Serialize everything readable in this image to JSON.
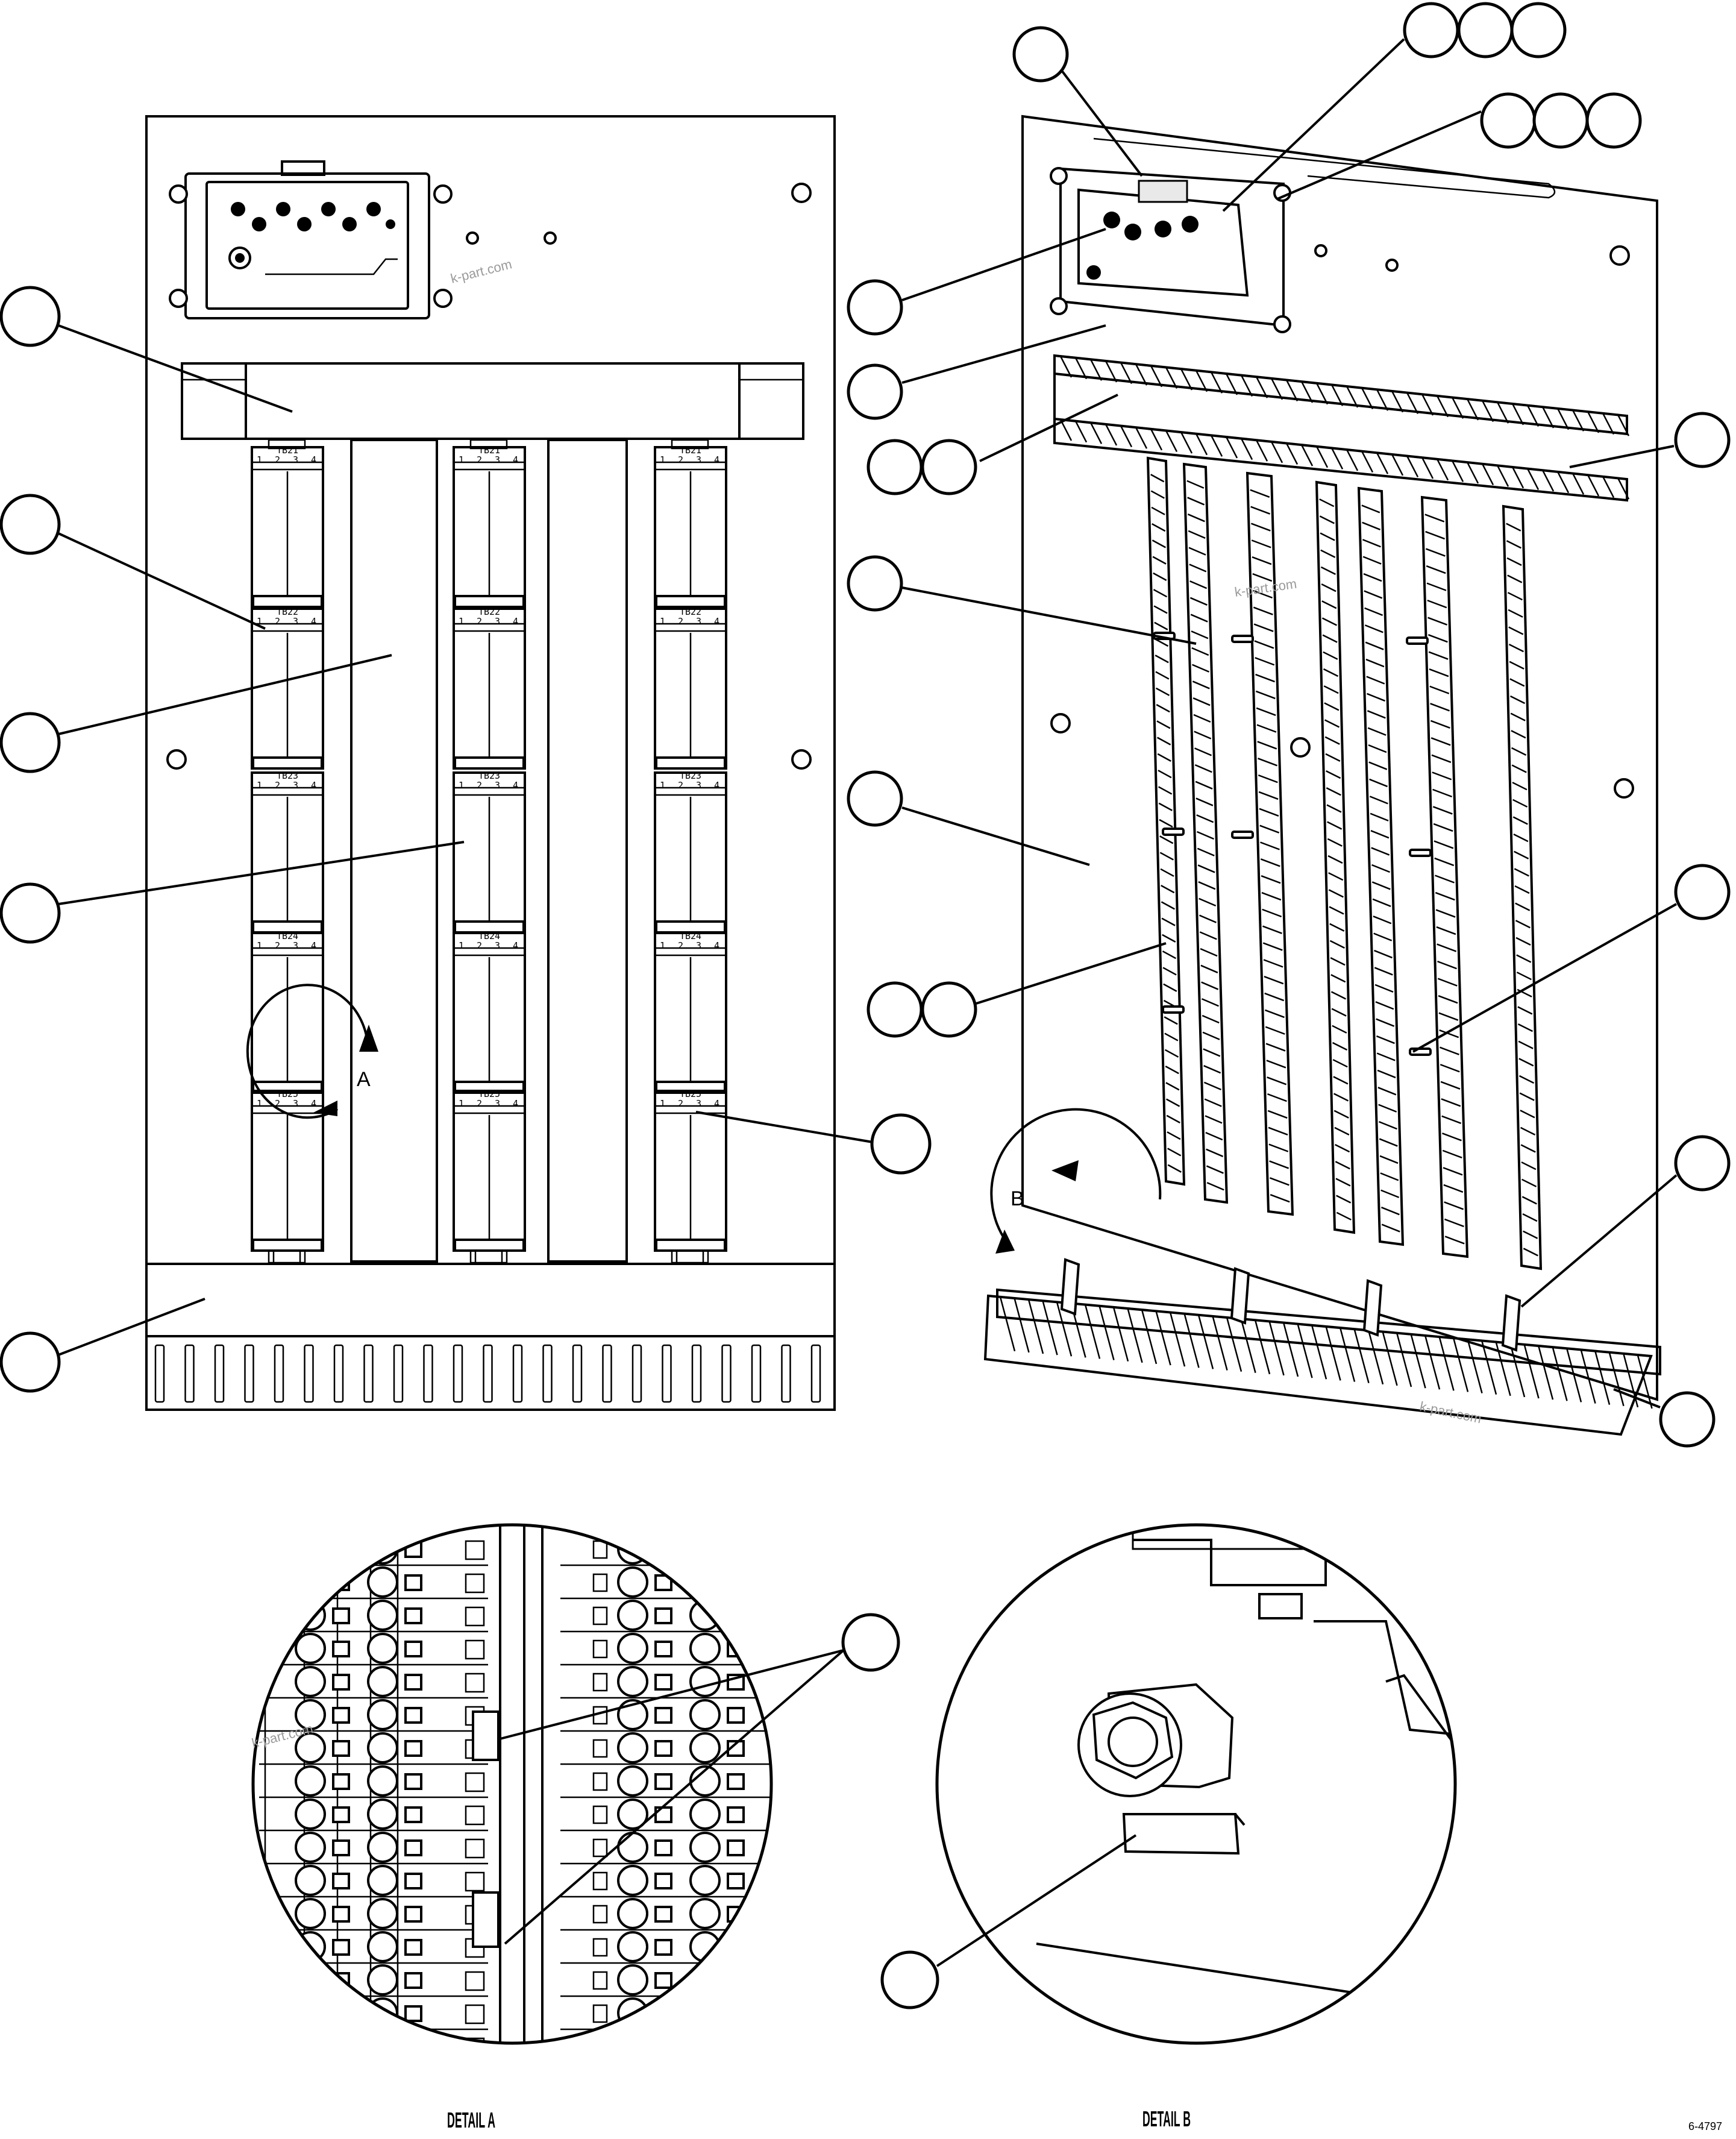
{
  "view_a_label": "A",
  "view_b_label": "B",
  "detail_a_caption": "DETAIL A",
  "detail_b_caption": "DETAIL B",
  "figure_number": "6-4797",
  "watermark": "k-part.com",
  "terminal_blocks": [
    "TB21",
    "TB22",
    "TB23",
    "TB24",
    "TB25"
  ],
  "terminal_numbers": [
    "1",
    "2",
    "3",
    "4"
  ]
}
